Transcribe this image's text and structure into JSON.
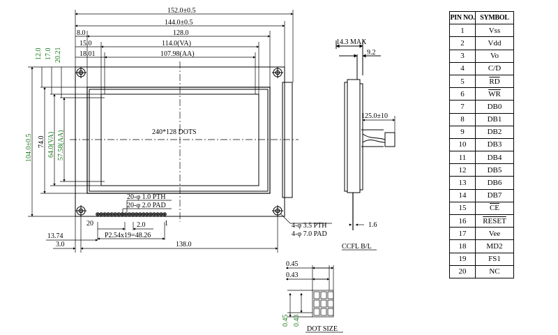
{
  "drawing": {
    "dims_top": {
      "overall_width": "152.0±0.5",
      "pcb_width": "144.0±0.5",
      "bezel_offset": "8.0",
      "bezel_width": "128.0",
      "va_offset": "15.0",
      "va_width": "114.0(VA)",
      "aa_offset": "18.01",
      "aa_width": "107.98(AA)"
    },
    "dims_left": {
      "h1": "12.0",
      "h2": "17.0",
      "h3": "20.21",
      "overall_height": "104.0±0.5",
      "bezel_height": "74.0",
      "va_height": "64.0(VA)",
      "aa_height": "57.58(AA)"
    },
    "center_label": "240*128 DOTS",
    "pin_labels": {
      "pth": "20-φ 1.0 PTH",
      "pad": "20-φ 2.0 PAD",
      "pin20": "20",
      "pin1": "1",
      "pitch_small": "2.0",
      "pitch_total": "P2.54x19=48.26"
    },
    "dims_bottom": {
      "d1": "13.74",
      "d2": "3.0",
      "d3": "138.0"
    },
    "mount_holes": {
      "pth": "4-φ 3.5 PTH",
      "pad": "4-φ 7.0 PAD"
    },
    "side_view": {
      "thickness": "14.3 MAX",
      "d1": "9.2",
      "cable": "125.0±10",
      "lead": "1.6",
      "title": "CCFL B/L"
    },
    "dot_size": {
      "w1": "0.45",
      "w2": "0.43",
      "h1": "0.45",
      "h2": "0.43",
      "title": "DOT SIZE"
    }
  },
  "pin_table": {
    "header_no": "PIN NO.",
    "header_symbol": "SYMBOL",
    "rows": [
      {
        "no": "1",
        "symbol": "Vss",
        "overline": false
      },
      {
        "no": "2",
        "symbol": "Vdd",
        "overline": false
      },
      {
        "no": "3",
        "symbol": "Vo",
        "overline": false
      },
      {
        "no": "4",
        "symbol": "C/D",
        "overline": false
      },
      {
        "no": "5",
        "symbol": "RD",
        "overline": true
      },
      {
        "no": "6",
        "symbol": "WR",
        "overline": true
      },
      {
        "no": "7",
        "symbol": "DB0",
        "overline": false
      },
      {
        "no": "8",
        "symbol": "DB1",
        "overline": false
      },
      {
        "no": "9",
        "symbol": "DB2",
        "overline": false
      },
      {
        "no": "10",
        "symbol": "DB3",
        "overline": false
      },
      {
        "no": "11",
        "symbol": "DB4",
        "overline": false
      },
      {
        "no": "12",
        "symbol": "DB5",
        "overline": false
      },
      {
        "no": "13",
        "symbol": "DB6",
        "overline": false
      },
      {
        "no": "14",
        "symbol": "DB7",
        "overline": false
      },
      {
        "no": "15",
        "symbol": "CE",
        "overline": true
      },
      {
        "no": "16",
        "symbol": "RESET",
        "overline": true
      },
      {
        "no": "17",
        "symbol": "Vee",
        "overline": false
      },
      {
        "no": "18",
        "symbol": "MD2",
        "overline": false
      },
      {
        "no": "19",
        "symbol": "FS1",
        "overline": false
      },
      {
        "no": "20",
        "symbol": "NC",
        "overline": false
      }
    ]
  }
}
